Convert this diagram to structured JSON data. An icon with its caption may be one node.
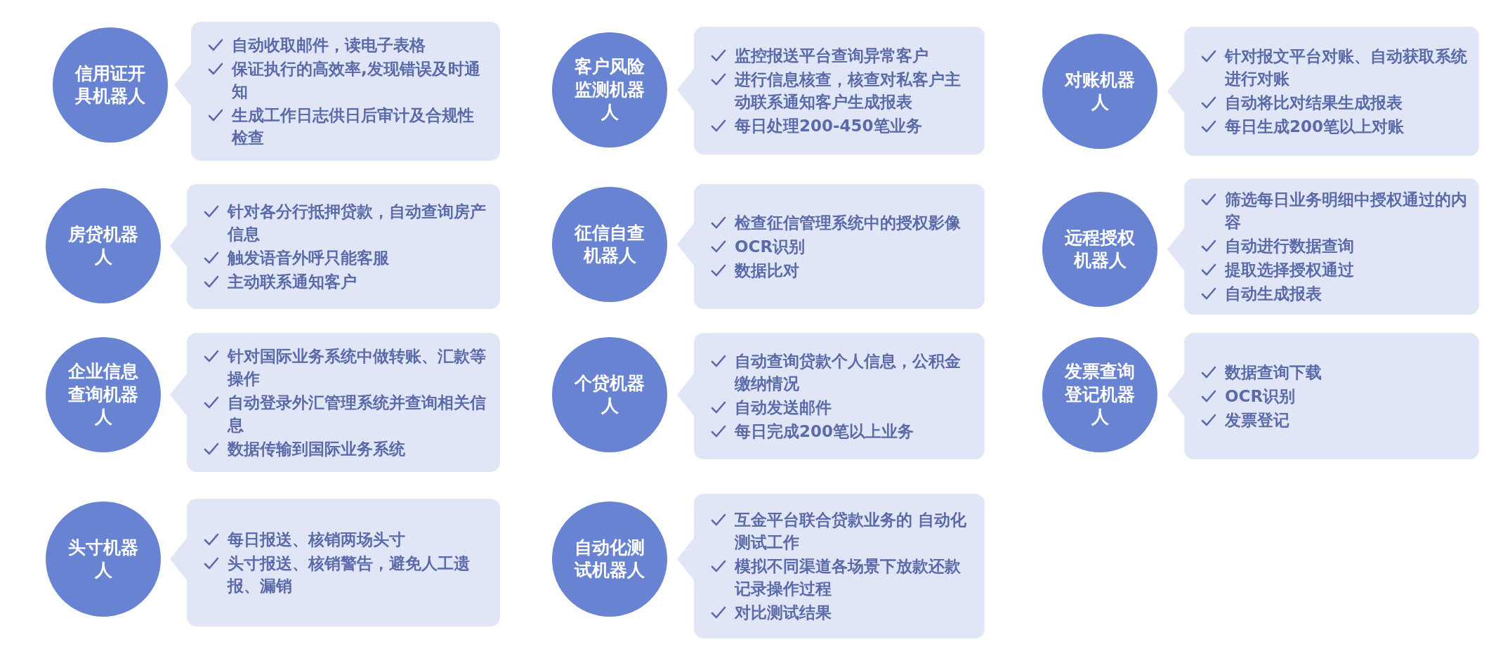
{
  "diagram": {
    "nodes": [
      {
        "text": [
          "信用证开具机器人"
        ]
      },
      {
        "text": [
          "自动收取邮件，读电子表格",
          "保证执行的高效率,发现错误及时通知",
          "生成工作日志供日后审计及合规性检查"
        ]
      },
      {
        "text": [
          "客户风险监测机器人"
        ]
      },
      {
        "text": [
          "监控报送平台查询异常客户",
          "进行信息核查，核查对私客户主动联系通知客户生成报表",
          "每日处理200-450笔业务"
        ]
      },
      {
        "text": [
          "对账机器人"
        ]
      },
      {
        "text": [
          "针对报文平台对账、自动获取系统进行对账",
          "自动将比对结果生成报表",
          "每日生成200笔以上对账"
        ]
      },
      {
        "text": [
          "房贷机器人"
        ]
      },
      {
        "text": [
          "针对各分行抵押贷款，自动查询房产信息",
          "触发语音外呼只能客服",
          "主动联系通知客户"
        ]
      },
      {
        "text": [
          "征信自查机器人"
        ]
      },
      {
        "text": [
          "检查征信管理系统中的授权影像",
          "OCR识别",
          "数据比对"
        ]
      },
      {
        "text": [
          "远程授权机器人"
        ]
      },
      {
        "text": [
          "筛选每日业务明细中授权通过的内容",
          "自动进行数据查询",
          "提取选择授权通过",
          "自动生成报表"
        ]
      },
      {
        "text": [
          "企业信息查询机器人"
        ]
      },
      {
        "text": [
          "针对国际业务系统中做转账、汇款等操作",
          "自动登录外汇管理系统并查询相关信息",
          "数据传输到国际业务系统"
        ]
      },
      {
        "text": [
          "个贷机器人"
        ]
      },
      {
        "text": [
          "自动查询贷款个人信息，公积金缴纳情况",
          "自动发送邮件",
          "每日完成200笔以上业务"
        ]
      },
      {
        "text": [
          "发票查询登记机器人"
        ]
      },
      {
        "text": [
          "数据查询下载",
          "OCR识别",
          "发票登记"
        ]
      },
      {
        "text": [
          "头寸机器人"
        ]
      },
      {
        "text": [
          "每日报送、核销两场头寸",
          "头寸报送、核销警告，避免人工遗报、漏销"
        ]
      },
      {
        "text": [
          "自动化测试机器人"
        ]
      },
      {
        "text": [
          "互金平台联合贷款业务的 自动化测试工作",
          "模拟不同渠道各场景下放款还款记录操作过程",
          "对比测试结果"
        ]
      }
    ]
  }
}
